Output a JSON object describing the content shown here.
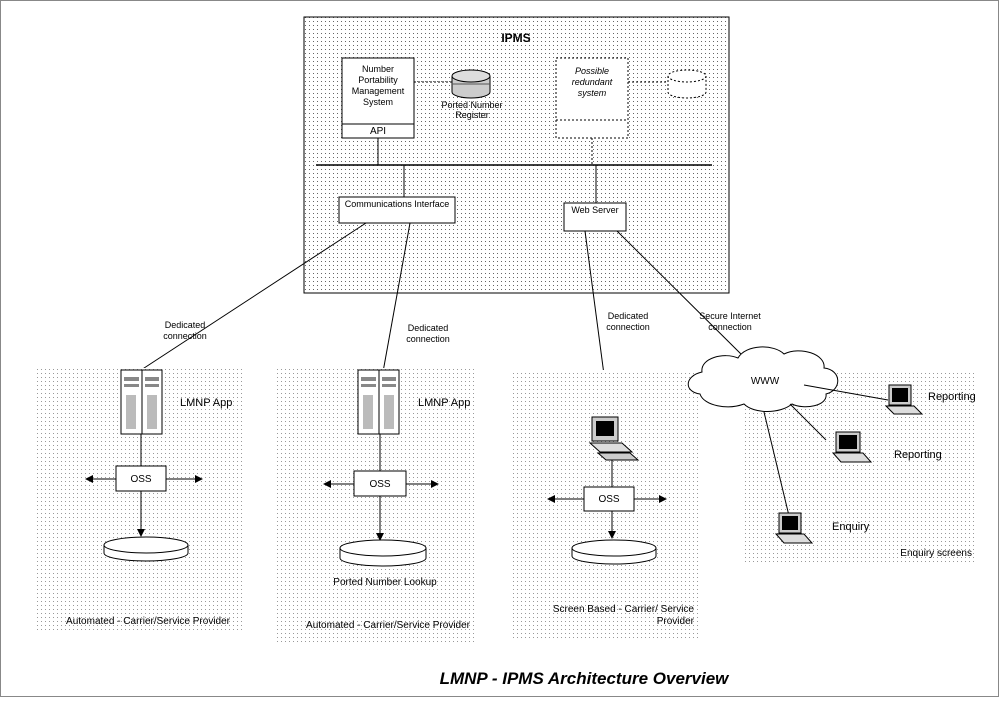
{
  "diagram": {
    "title": "LMNP - IPMS Architecture Overview",
    "ipms": {
      "label": "IPMS",
      "nums_box": "Number Portability Management System",
      "api": "API",
      "register": "Ported Number Register",
      "redundant": "Possible redundant system",
      "comm_if": "Communications Interface",
      "web_server": "Web Server"
    },
    "connections": {
      "dedicated_1": "Dedicated connection",
      "dedicated_2": "Dedicated connection",
      "dedicated_3": "Dedicated connection",
      "secure_internet": "Secure Internet connection"
    },
    "zone1": {
      "app": "LMNP App",
      "oss": "OSS",
      "caption": "Automated - Carrier/Service Provider"
    },
    "zone2": {
      "app": "LMNP App",
      "oss": "OSS",
      "lookup": "Ported Number Lookup",
      "caption": "Automated - Carrier/Service Provider"
    },
    "zone3": {
      "oss": "OSS",
      "caption": "Screen Based - Carrier/ Service Provider"
    },
    "zone4": {
      "www": "WWW",
      "reporting_1": "Reporting",
      "reporting_2": "Reporting",
      "enquiry": "Enquiry",
      "caption": "Enquiry screens"
    }
  }
}
